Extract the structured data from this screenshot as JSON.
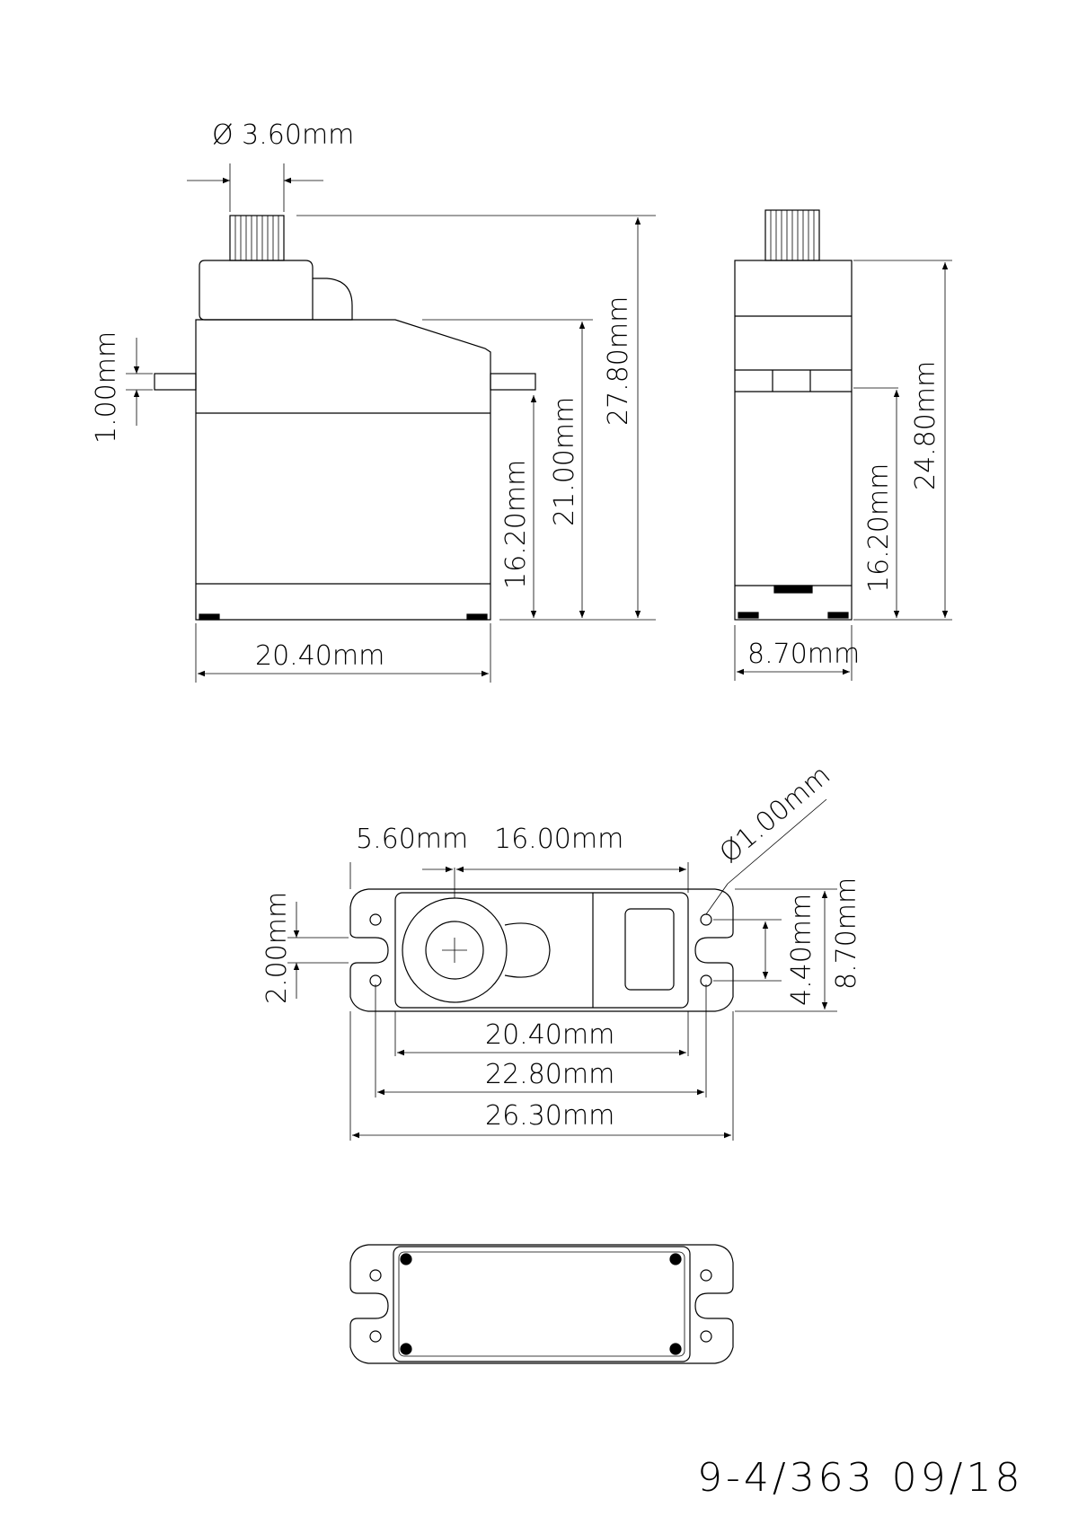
{
  "front_view": {
    "shaft_diameter": "Ø 3.60mm",
    "flange_thickness": "1.00mm",
    "flange_height": "16.20mm",
    "body_height": "21.00mm",
    "total_height": "27.80mm",
    "width": "20.40mm"
  },
  "side_view": {
    "flange_height": "16.20mm",
    "height": "24.80mm",
    "depth": "8.70mm"
  },
  "top_view": {
    "shaft_offset": "5.60mm",
    "shaft_to_edge": "16.00mm",
    "hole_diameter": "Ø1.00mm",
    "slot_width": "2.00mm",
    "hole_spacing": "4.40mm",
    "depth": "8.70mm",
    "body_length": "20.40mm",
    "hole_pitch": "22.80mm",
    "overall_length": "26.30mm"
  },
  "drawing_code": "9-4/363 09/18"
}
